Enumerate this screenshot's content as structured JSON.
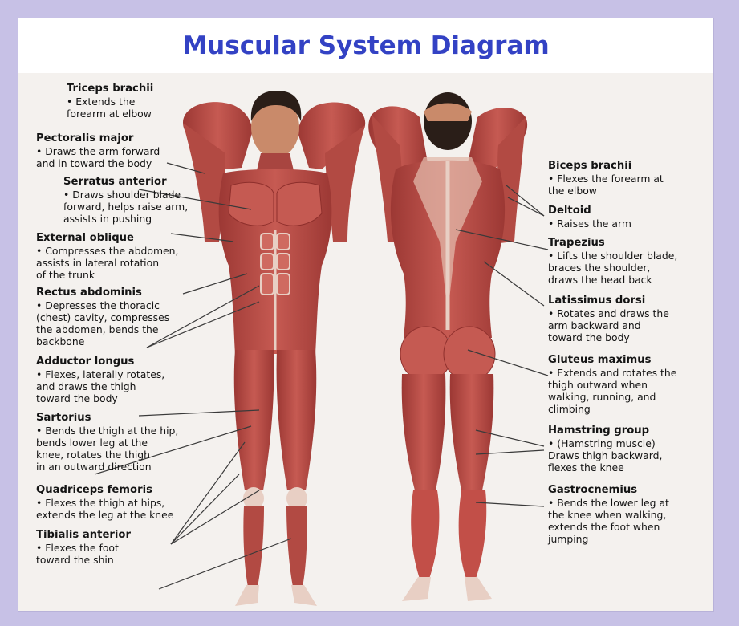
{
  "title": "Muscular System Diagram",
  "labels_left": [
    {
      "name": "Triceps brachii",
      "desc": "• Extends the\n  forearm at elbow"
    },
    {
      "name": "Pectoralis major",
      "desc": "• Draws the arm forward\n  and in toward the body"
    },
    {
      "name": "Serratus anterior",
      "desc": "• Draws shoulder blade\n  forward, helps raise arm,\n  assists in pushing"
    },
    {
      "name": "External oblique",
      "desc": "• Compresses the abdomen,\n  assists in lateral rotation\n  of the trunk"
    },
    {
      "name": "Rectus abdominis",
      "desc": "• Depresses the thoracic\n  (chest) cavity, compresses\n  the abdomen, bends the\n  backbone"
    },
    {
      "name": "Adductor longus",
      "desc": "• Flexes, laterally rotates,\n  and draws the thigh\n  toward the body"
    },
    {
      "name": "Sartorius",
      "desc": "• Bends the thigh at the hip,\n  bends lower leg at the\n  knee, rotates the thigh\n  in an outward direction"
    },
    {
      "name": "Quadriceps femoris",
      "desc": "• Flexes the thigh at hips,\n  extends the leg at the knee"
    },
    {
      "name": "Tibialis anterior",
      "desc": "• Flexes the foot\n  toward the shin"
    }
  ],
  "labels_right": [
    {
      "name": "Biceps brachii",
      "desc": "• Flexes the forearm at\n  the elbow"
    },
    {
      "name": "Deltoid",
      "desc": "• Raises the arm"
    },
    {
      "name": "Trapezius",
      "desc": "• Lifts the shoulder blade,\n  braces the shoulder,\n  draws the head back"
    },
    {
      "name": "Latissimus dorsi",
      "desc": "• Rotates and draws the\n  arm backward and\n  toward the body"
    },
    {
      "name": "Gluteus maximus",
      "desc": "• Extends and rotates the\n  thigh outward when\n  walking, running, and\n  climbing"
    },
    {
      "name": "Hamstring group",
      "desc": "• (Hamstring muscle)\n  Draws thigh backward,\n  flexes the knee"
    },
    {
      "name": "Gastrocnemius",
      "desc": "• Bends the lower leg at\n  the knee when walking,\n  extends the foot when\n  jumping"
    }
  ],
  "colors": {
    "background": "#c7c1e6",
    "panel": "#f4f1ee",
    "title": "#3342c4",
    "muscle": "#b84a44",
    "muscle_dark": "#8e2f2c",
    "tendon": "#e8cfc4",
    "skin": "#c98a6a",
    "hair": "#2a1e18",
    "leader_line": "#3a3a3a"
  }
}
